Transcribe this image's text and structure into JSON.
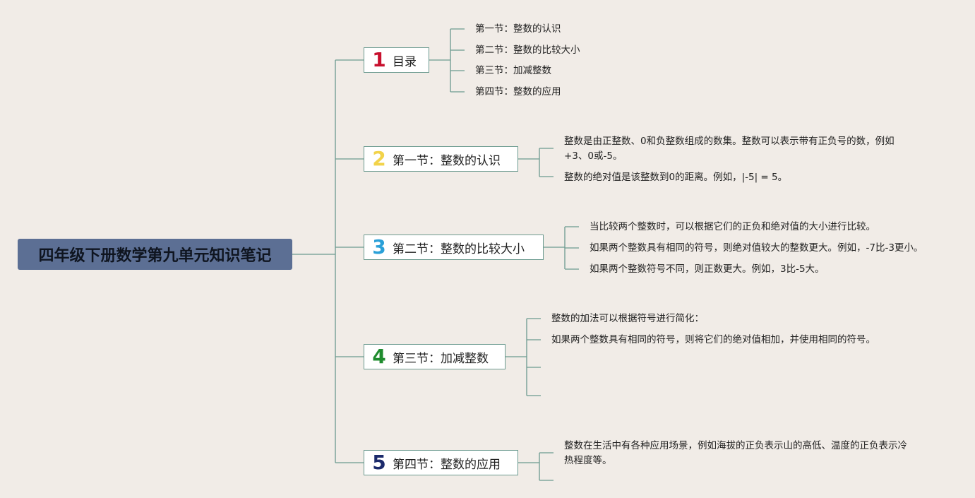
{
  "root": {
    "title": "四年级下册数学第九单元知识笔记"
  },
  "colors": {
    "background": "#f1ece7",
    "root_fill": "#5c6f94",
    "connector": "#6b9a8f",
    "num1": "#c8102e",
    "num2": "#f2d34a",
    "num3": "#2aa0d8",
    "num4": "#1f8c2e",
    "num5": "#1b2a6b"
  },
  "branches": [
    {
      "number": "1",
      "label": "目录",
      "children": [
        "第一节：整数的认识",
        "第二节：整数的比较大小",
        "第三节：加减整数",
        "第四节：整数的应用"
      ]
    },
    {
      "number": "2",
      "label": "第一节：整数的认识",
      "children": [
        "整数是由正整数、0和负整数组成的数集。整数可以表示带有正负号的数，例如+3、0或-5。",
        "整数的绝对值是该整数到0的距离。例如，|-5| = 5。"
      ]
    },
    {
      "number": "3",
      "label": "第二节：整数的比较大小",
      "children": [
        "当比较两个整数时，可以根据它们的正负和绝对值的大小进行比较。",
        "如果两个整数具有相同的符号，则绝对值较大的整数更大。例如，-7比-3更小。",
        "如果两个整数符号不同，则正数更大。例如，3比-5大。"
      ]
    },
    {
      "number": "4",
      "label": "第三节：加减整数",
      "children": [
        "整数的加法可以根据符号进行简化：",
        "如果两个整数具有相同的符号，则将它们的绝对值相加，并使用相同的符号。",
        "",
        ""
      ]
    },
    {
      "number": "5",
      "label": "第四节：整数的应用",
      "children": [
        "整数在生活中有各种应用场景，例如海拔的正负表示山的高低、温度的正负表示冷热程度等。",
        ""
      ]
    }
  ]
}
